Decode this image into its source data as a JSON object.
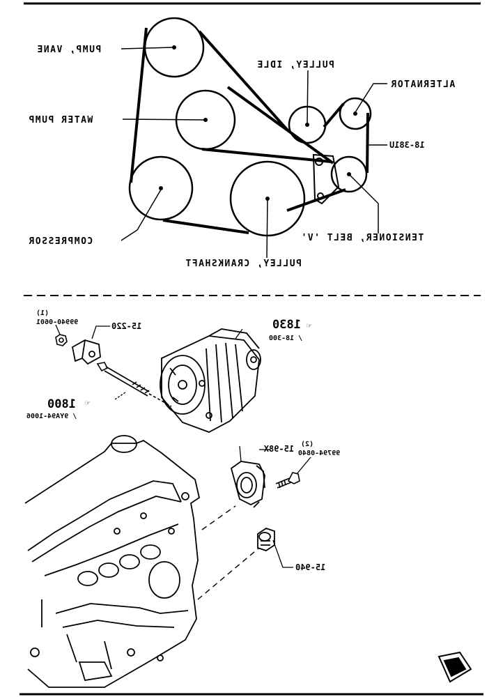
{
  "belt_diagram": {
    "labels": {
      "pump_vane": "PUMP, VANE",
      "water_pump": "WATER PUMP",
      "compressor": "COMPRESSOR",
      "pulley_idle": "PULLEY, IDLE",
      "alternator": "ALTERNATOR",
      "belt_part": "18-381U",
      "tensioner": "TENSIONER, BELT 'V'",
      "pulley_crankshaft": "PULLEY, CRANKSHAFT"
    }
  },
  "parts_diagram": {
    "labels": {
      "bolt_1_code": "99940-0601",
      "bolt_1_qty": "(1)",
      "bracket_code": "15-220",
      "alt_ref": "1830",
      "alt_sub": "/ 18-300",
      "stud_ref": "1800",
      "stud_sub": "/ 9YA94-1006",
      "thermo_code": "15-98X",
      "bolt_2_code": "99794-0840",
      "bolt_2_qty": "(2)",
      "sensor_code": "15-940"
    }
  }
}
